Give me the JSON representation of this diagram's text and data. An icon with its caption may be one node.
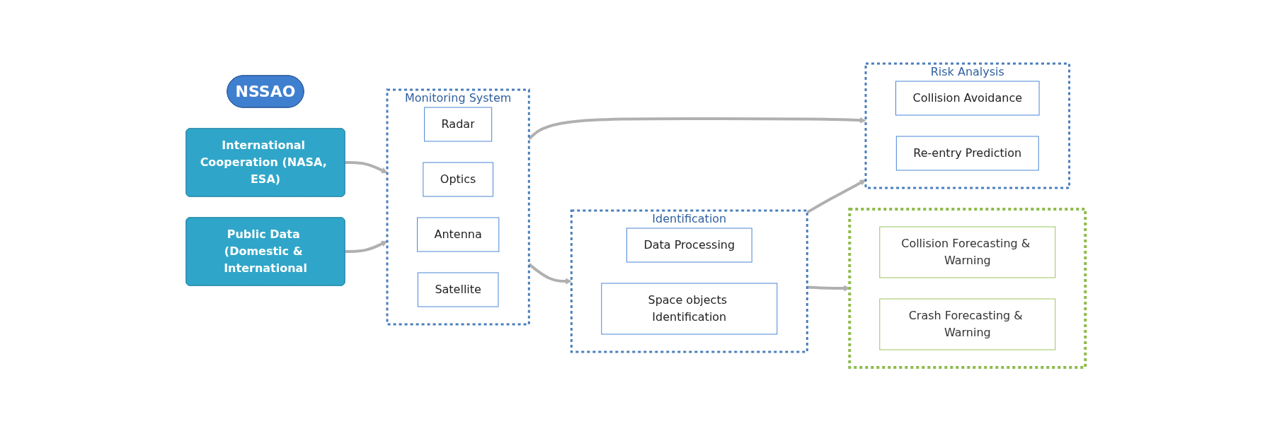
{
  "diagram": {
    "nodes": [
      {
        "text": [
          "NSSAO"
        ]
      },
      {
        "text": [
          "International Cooperation (NASA, ESA)"
        ]
      },
      {
        "text": [
          "Public Data (Domestic & International"
        ]
      },
      {
        "text": [
          "Monitoring System"
        ]
      },
      {
        "text": [
          "Radar"
        ],
        "in": 3
      },
      {
        "text": [
          "Optics"
        ],
        "in": 3
      },
      {
        "text": [
          "Antenna"
        ],
        "in": 3
      },
      {
        "text": [
          "Satellite"
        ],
        "in": 3
      },
      {
        "text": [
          "Identification"
        ]
      },
      {
        "text": [
          "Data Processing"
        ],
        "in": 8
      },
      {
        "text": [
          "Space objects Identification"
        ],
        "in": 8
      },
      {
        "text": [
          "Risk Analysis"
        ]
      },
      {
        "text": [
          "Collision Avoidance"
        ],
        "in": 11
      },
      {
        "text": [
          "Re-entry Prediction"
        ],
        "in": 11
      },
      {
        "text": [],
        "shape": "box"
      },
      {
        "text": [
          "Collision Forecasting & Warning"
        ],
        "in": 14
      },
      {
        "text": [
          "Crash Forecasting & Warning"
        ],
        "in": 14
      }
    ],
    "edges": [
      {
        "from": 1,
        "to": 3,
        "arrow": "to"
      },
      {
        "from": 2,
        "to": 3,
        "arrow": "to"
      },
      {
        "from": 3,
        "to": 8,
        "arrow": "to"
      },
      {
        "from": 3,
        "to": 11,
        "arrow": "to"
      },
      {
        "from": 8,
        "to": 11,
        "arrow": "to"
      },
      {
        "from": 8,
        "to": 14,
        "arrow": "to"
      }
    ]
  }
}
